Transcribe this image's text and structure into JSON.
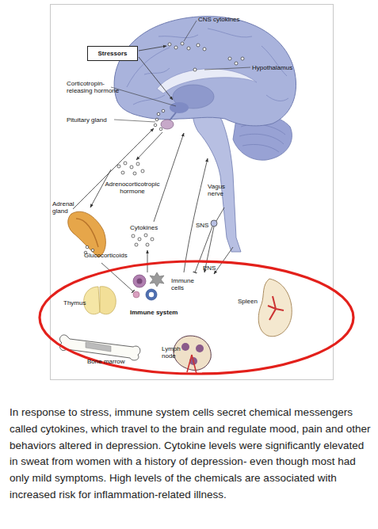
{
  "diagram": {
    "caption": "In response to stress, immune system cells secret chemical messengers called cytokines, which travel to the brain and regulate mood, pain and other behaviors altered in depression. Cytokine levels were significantly elevated in sweat from women with a history of depression- even though most had only mild symptoms. High levels of the chemicals are associated with increased risk for inflammation-related illness.",
    "nodes": [
      {
        "text": [
          "Stressors"
        ]
      },
      {
        "text": [
          "Immune cells",
          "Thymus",
          "Spleen",
          "Immune system",
          "Lymph node",
          "Bone marrow"
        ]
      }
    ],
    "labels": [
      "CNS cytokines",
      "Hypothalamus",
      "Corticotropin-releasing hormone",
      "Pituitary gland",
      "Adrenocorticotropic hormone",
      "Vagus nerve",
      "Adrenal gland",
      "SNS",
      "Cytokines",
      "Glucocorticoids",
      "PNS"
    ]
  }
}
